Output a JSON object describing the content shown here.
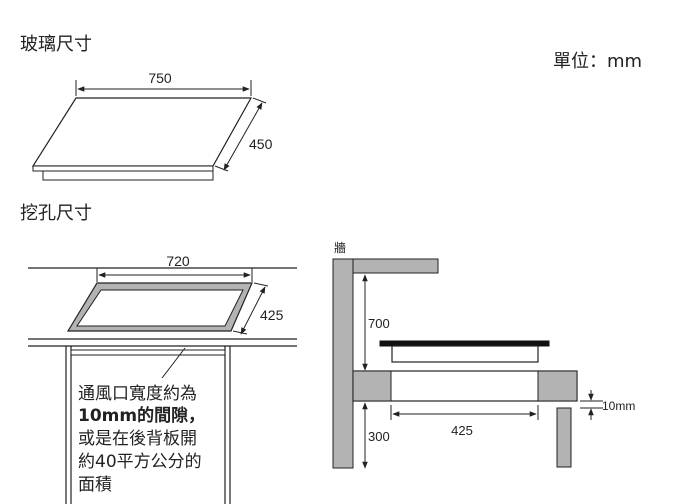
{
  "headings": {
    "glass_size": "玻璃尺寸",
    "cutout_size": "挖孔尺寸",
    "unit": "單位：mm"
  },
  "glass": {
    "width": "750",
    "depth": "450"
  },
  "cutout": {
    "width": "720",
    "depth": "425"
  },
  "vent_note": {
    "lines": [
      "通風口寬度約為",
      "10mm的間隙，",
      "或是在後背板開",
      "約40平方公分的",
      "面積"
    ]
  },
  "side_view": {
    "wall_label": "牆",
    "height_above": "700",
    "height_below": "300",
    "depth": "425",
    "gap": "10mm"
  },
  "colors": {
    "outline": "#222222",
    "gray_fill": "#b3b3b3",
    "hob_dark": "#111111"
  }
}
